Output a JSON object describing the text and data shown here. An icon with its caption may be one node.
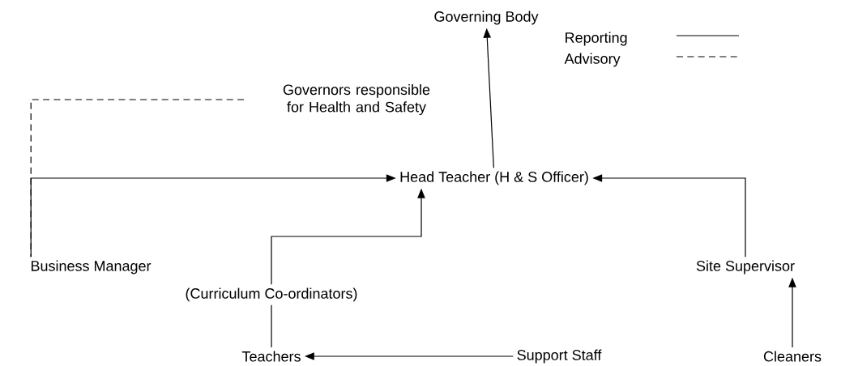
{
  "diagram": {
    "nodes": [
      {
        "text": [
          "Governing Body"
        ]
      },
      {
        "text": [
          "Governors responsible for Health and Safety"
        ]
      },
      {
        "text": [
          "Head Teacher (H & S Officer)"
        ]
      },
      {
        "text": [
          "Business Manager"
        ]
      },
      {
        "text": [
          "(Curriculum Co-ordinators)"
        ]
      },
      {
        "text": [
          "Site Supervisor"
        ]
      },
      {
        "text": [
          "Teachers"
        ]
      },
      {
        "text": [
          "Support Staff"
        ]
      },
      {
        "text": [
          "Cleaners"
        ]
      }
    ],
    "edges": [
      {
        "from": 2,
        "to": 0,
        "arrow": "to"
      },
      {
        "from": 1,
        "to": 3,
        "arrow": "none",
        "style": "dashed"
      },
      {
        "from": 3,
        "to": 2,
        "arrow": "to"
      },
      {
        "from": 4,
        "to": 2,
        "arrow": "to"
      },
      {
        "from": 5,
        "to": 2,
        "arrow": "to"
      },
      {
        "from": 6,
        "to": 4,
        "arrow": "none"
      },
      {
        "from": 7,
        "to": 6,
        "arrow": "to"
      },
      {
        "from": 8,
        "to": 5,
        "arrow": "to"
      }
    ],
    "legend": [
      {
        "text": "Reporting"
      },
      {
        "text": "Advisory"
      }
    ]
  }
}
